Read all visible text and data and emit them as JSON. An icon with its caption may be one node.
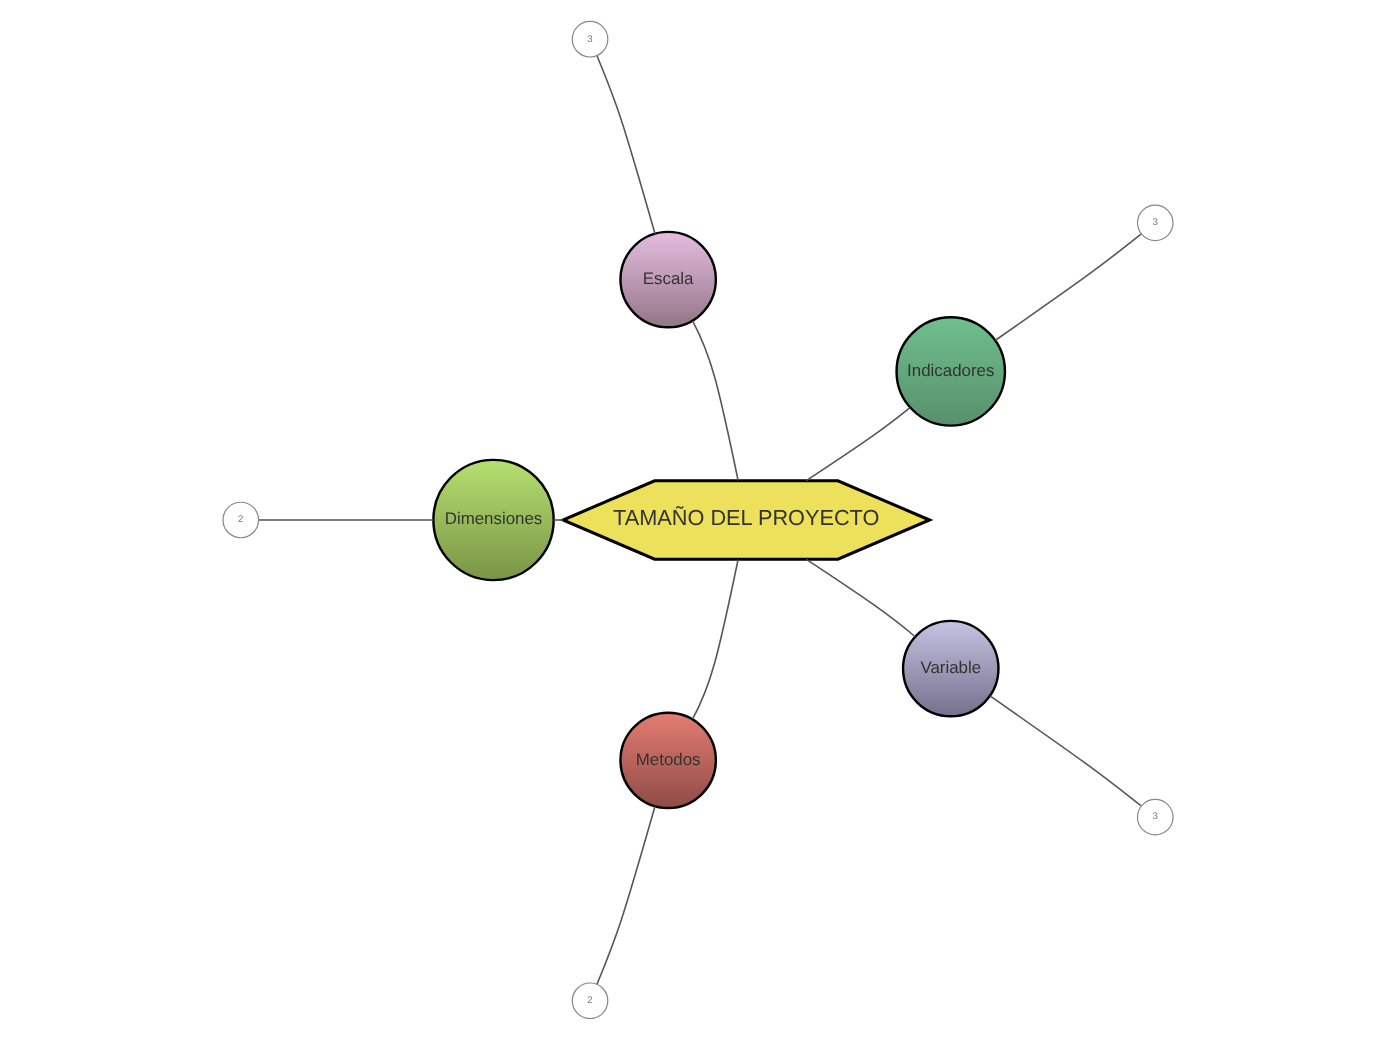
{
  "diagram": {
    "nodes": [
      {
        "text": [
          "TAMAÑO DEL PROYECTO"
        ]
      },
      {
        "text": [
          "Indicadores"
        ]
      },
      {
        "text": [
          "Escala"
        ]
      },
      {
        "text": [
          "Dimensiones"
        ]
      },
      {
        "text": [
          "Metodos"
        ]
      },
      {
        "text": [
          "Variable"
        ]
      },
      {
        "text": [
          "3"
        ]
      },
      {
        "text": [
          "3"
        ]
      },
      {
        "text": [
          "2"
        ]
      },
      {
        "text": [
          "2"
        ]
      },
      {
        "text": [
          "3"
        ]
      }
    ],
    "edges": [
      {
        "from": 0,
        "to": 1,
        "arrow": "none"
      },
      {
        "from": 0,
        "to": 2,
        "arrow": "none"
      },
      {
        "from": 0,
        "to": 3,
        "arrow": "none"
      },
      {
        "from": 0,
        "to": 4,
        "arrow": "none"
      },
      {
        "from": 0,
        "to": 5,
        "arrow": "none"
      },
      {
        "from": 1,
        "to": 6,
        "arrow": "none"
      },
      {
        "from": 2,
        "to": 7,
        "arrow": "none"
      },
      {
        "from": 3,
        "to": 8,
        "arrow": "none"
      },
      {
        "from": 4,
        "to": 9,
        "arrow": "none"
      },
      {
        "from": 5,
        "to": 10,
        "arrow": "none"
      }
    ]
  }
}
